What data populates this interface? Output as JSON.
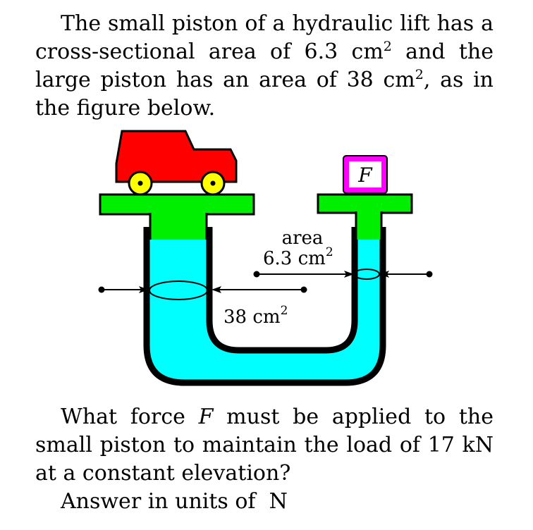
{
  "problem": {
    "intro": {
      "p1": "The small piston of a hydraulic lift has a cross-sectional area of 6.3 cm",
      "sup1": "2",
      "p2": " and the large piston has an area of 38 cm",
      "sup2": "2",
      "p3": ", as in the figure below."
    },
    "question": {
      "q1": "What force ",
      "var": "F",
      "q2": " must be applied to the small piston to maintain the load of 17 kN at a constant elevation?"
    },
    "answer_prompt": "Answer in units of  N"
  },
  "figure": {
    "force_label": "F",
    "small_area_label_line1": "area",
    "small_area_value": "6.3 cm",
    "small_area_exp": "2",
    "large_area_value": "38 cm",
    "large_area_exp": "2",
    "colors": {
      "fluid": "#00ffff",
      "piston": "#00ee00",
      "car": "#ff0000",
      "wheel": "#ffff00",
      "force_box_border": "#ff00ff"
    }
  }
}
